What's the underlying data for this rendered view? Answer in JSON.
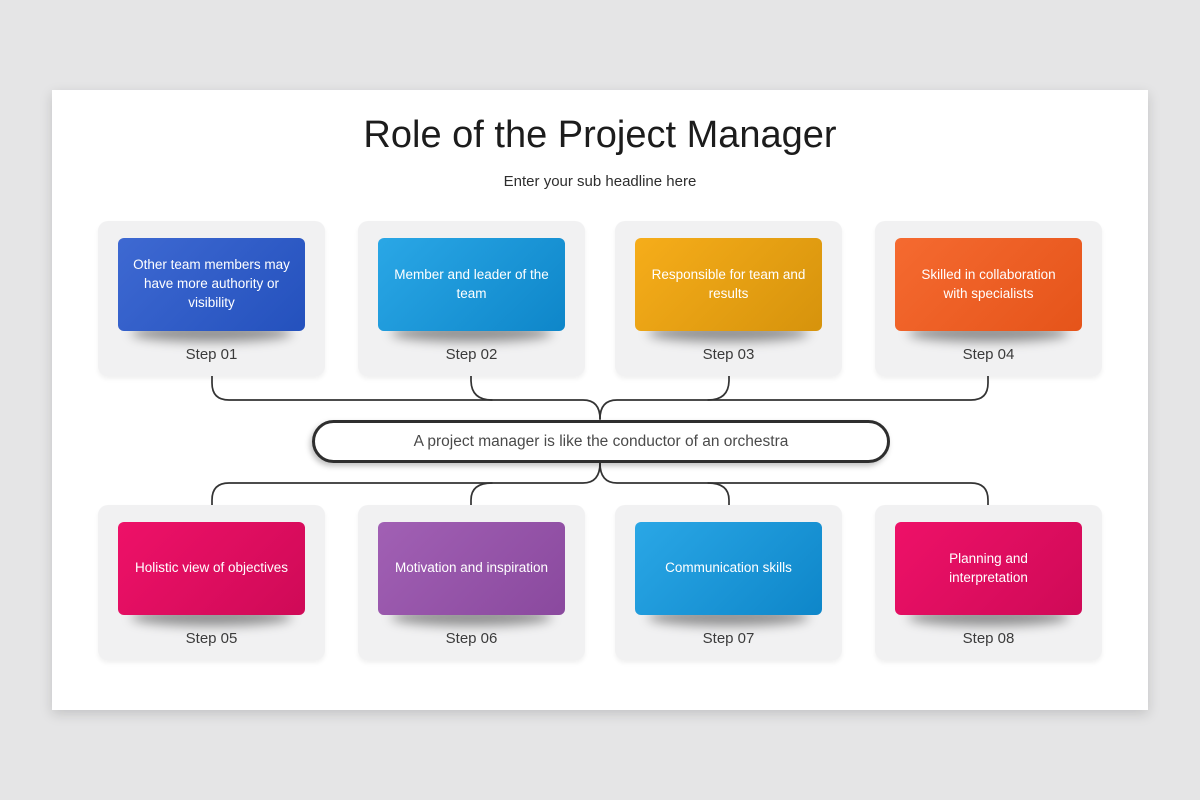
{
  "slide": {
    "title": "Role of the Project Manager",
    "subtitle": "Enter your sub headline here",
    "banner_text": "A project manager is like the conductor of an orchestra"
  },
  "connector_color": "#333333",
  "steps": [
    {
      "label": "Step 01",
      "text": "Other team members may have more authority or visibility",
      "gradient_from": "#3e69d2",
      "gradient_to": "#2451bd"
    },
    {
      "label": "Step 02",
      "text": "Member and leader of the team",
      "gradient_from": "#2aa7e6",
      "gradient_to": "#0e86c9"
    },
    {
      "label": "Step 03",
      "text": "Responsible for team and results",
      "gradient_from": "#f6ad1a",
      "gradient_to": "#d6930c"
    },
    {
      "label": "Step 04",
      "text": "Skilled in collaboration with specialists",
      "gradient_from": "#f56a30",
      "gradient_to": "#e5541a"
    },
    {
      "label": "Step 05",
      "text": "Holistic view of objectives",
      "gradient_from": "#ee1168",
      "gradient_to": "#cf0a57"
    },
    {
      "label": "Step 06",
      "text": "Motivation and inspiration",
      "gradient_from": "#a160b4",
      "gradient_to": "#8a499e"
    },
    {
      "label": "Step 07",
      "text": "Communication skills",
      "gradient_from": "#2aa7e6",
      "gradient_to": "#0e86c9"
    },
    {
      "label": "Step 08",
      "text": "Planning and interpretation",
      "gradient_from": "#ee1168",
      "gradient_to": "#cf0a57"
    }
  ]
}
